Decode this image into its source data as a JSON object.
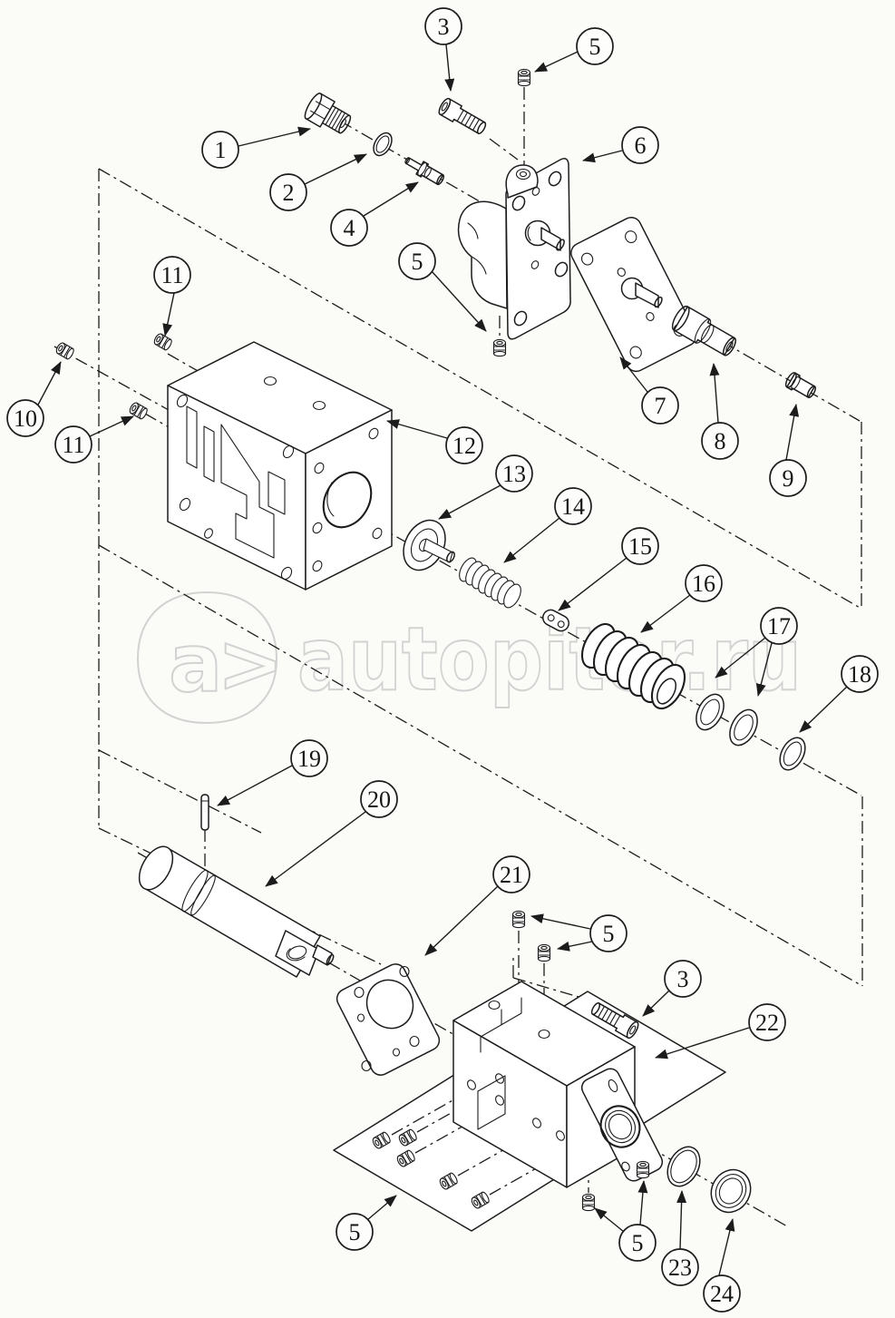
{
  "diagram": {
    "type": "exploded-parts-diagram",
    "colors": {
      "line": "#1c1c1c",
      "background": "#fbfbf8",
      "watermark": "#d2d2d2"
    },
    "watermark": {
      "logo": "a>",
      "text": "autopiter.ru"
    },
    "parts": [
      {
        "ref": "1",
        "name": "hex-plug"
      },
      {
        "ref": "2",
        "name": "seal-washer"
      },
      {
        "ref": "3",
        "name": "socket-head-cap-screw"
      },
      {
        "ref": "4",
        "name": "valve-stem"
      },
      {
        "ref": "5",
        "name": "set-screw"
      },
      {
        "ref": "6",
        "name": "valve-cover-body"
      },
      {
        "ref": "7",
        "name": "gasket-plate"
      },
      {
        "ref": "8",
        "name": "bushing-assembly"
      },
      {
        "ref": "9",
        "name": "fitting"
      },
      {
        "ref": "10",
        "name": "set-screw"
      },
      {
        "ref": "11",
        "name": "set-screw"
      },
      {
        "ref": "12",
        "name": "main-valve-body"
      },
      {
        "ref": "13",
        "name": "retainer-disc"
      },
      {
        "ref": "14",
        "name": "spring-small"
      },
      {
        "ref": "15",
        "name": "link-plate"
      },
      {
        "ref": "16",
        "name": "spring-large"
      },
      {
        "ref": "17",
        "name": "washer-pair"
      },
      {
        "ref": "18",
        "name": "washer"
      },
      {
        "ref": "19",
        "name": "pin"
      },
      {
        "ref": "20",
        "name": "spool-piston"
      },
      {
        "ref": "21",
        "name": "gasket-plate-lower"
      },
      {
        "ref": "22",
        "name": "lower-valve-body"
      },
      {
        "ref": "23",
        "name": "o-ring"
      },
      {
        "ref": "24",
        "name": "seal-ring"
      }
    ],
    "callouts": [
      {
        "number": "1"
      },
      {
        "number": "2"
      },
      {
        "number": "3"
      },
      {
        "number": "4"
      },
      {
        "number": "5"
      },
      {
        "number": "6"
      },
      {
        "number": "5"
      },
      {
        "number": "11"
      },
      {
        "number": "10"
      },
      {
        "number": "11"
      },
      {
        "number": "12"
      },
      {
        "number": "13"
      },
      {
        "number": "14"
      },
      {
        "number": "7"
      },
      {
        "number": "8"
      },
      {
        "number": "9"
      },
      {
        "number": "15"
      },
      {
        "number": "16"
      },
      {
        "number": "17"
      },
      {
        "number": "18"
      },
      {
        "number": "19"
      },
      {
        "number": "20"
      },
      {
        "number": "21"
      },
      {
        "number": "5"
      },
      {
        "number": "3"
      },
      {
        "number": "22"
      },
      {
        "number": "5"
      },
      {
        "number": "5"
      },
      {
        "number": "23"
      },
      {
        "number": "24"
      }
    ]
  }
}
